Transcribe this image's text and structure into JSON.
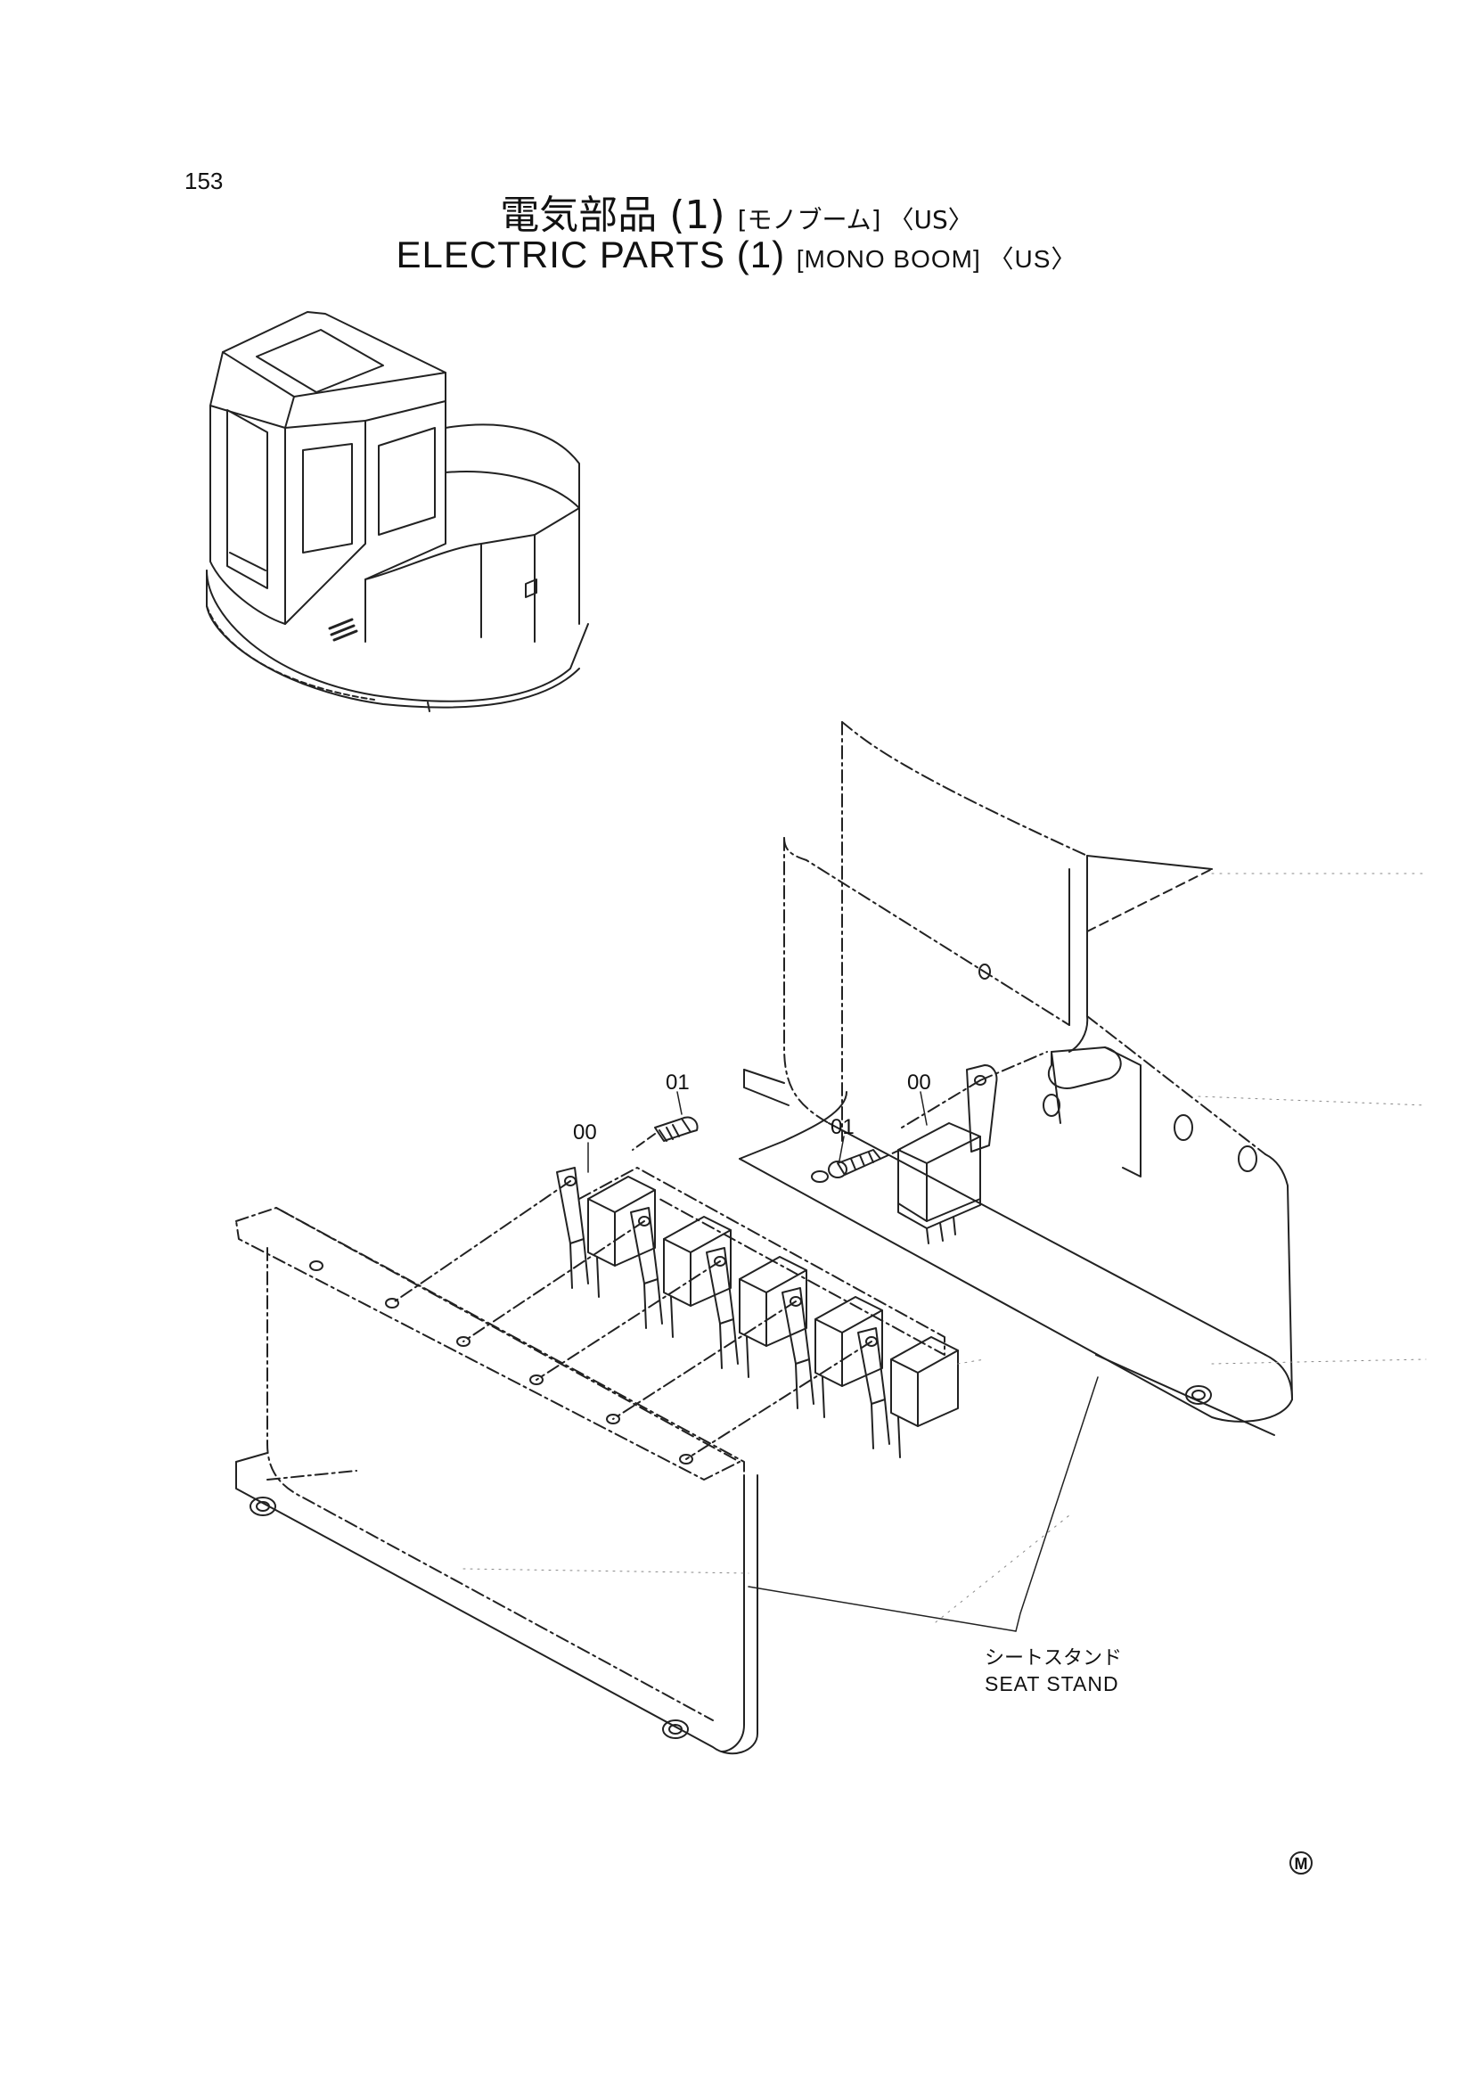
{
  "page_number": "153",
  "title": {
    "jp_main": "電気部品 (1)",
    "jp_sub": "[モノブーム] 〈US〉",
    "en_main": "ELECTRIC PARTS (1)",
    "en_sub": "[MONO BOOM] 〈US〉"
  },
  "callouts": {
    "relay_left": "00",
    "screw_left": "01",
    "screw_right": "01",
    "relay_right": "00"
  },
  "seat_stand": {
    "label_jp": "シートスタンド",
    "label_en": "SEAT STAND"
  },
  "corner_mark": "M"
}
